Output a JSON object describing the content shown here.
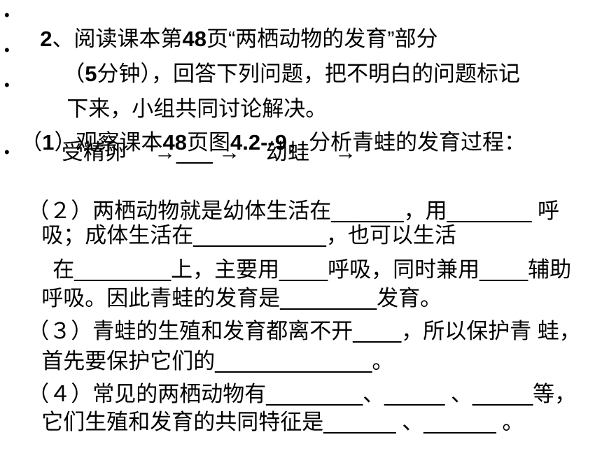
{
  "slide": {
    "text_color": "#000000",
    "background": "#ffffff",
    "l1": {
      "bullet": "•",
      "a": "2",
      "b": "、阅读课本第",
      "c": "48",
      "d": "页“两栖动物的发育”部分"
    },
    "l2": {
      "bullet": "•",
      "a": "（",
      "b": "5",
      "c": "分钟），回答下列问题，把不明白的问题标记"
    },
    "l3": {
      "bullet": "•",
      "text": "下来，小组共同讨论解决。"
    },
    "l4": {
      "a": "（",
      "b": "1",
      "c": "）观察课本",
      "d": "48",
      "e": "页图",
      "f": "4.2--9",
      "g": "，分析青蛙的发育过程："
    },
    "l5": {
      "bullet": "•",
      "egg": "受精卵",
      "arrow1": "→",
      "blank": "___",
      "arrow2": "→",
      "froglet": "幼蛙",
      "arrow3": "→"
    },
    "l6": {
      "text": "（２）两栖动物就是幼体生活在______，用_______ 呼"
    },
    "l7": {
      "text": "吸；成体生活在___________，也可以生活"
    },
    "l8": {
      "text": "在________上，主要用____呼吸，同时兼用____辅助"
    },
    "l9": {
      "text": "呼吸。因此青蛙的发育是________发育。"
    },
    "l10": {
      "text": "（３）青蛙的生殖和发育都离不开____，所以保护青 蛙，"
    },
    "l11": {
      "text": "首先要保护它们的_____________。"
    },
    "l12": {
      "text": "（４）常见的两栖动物有________、_____ 、_____等，"
    },
    "l13": {
      "text": "它们生殖和发育的共同特征是______ 、______ 。"
    }
  }
}
